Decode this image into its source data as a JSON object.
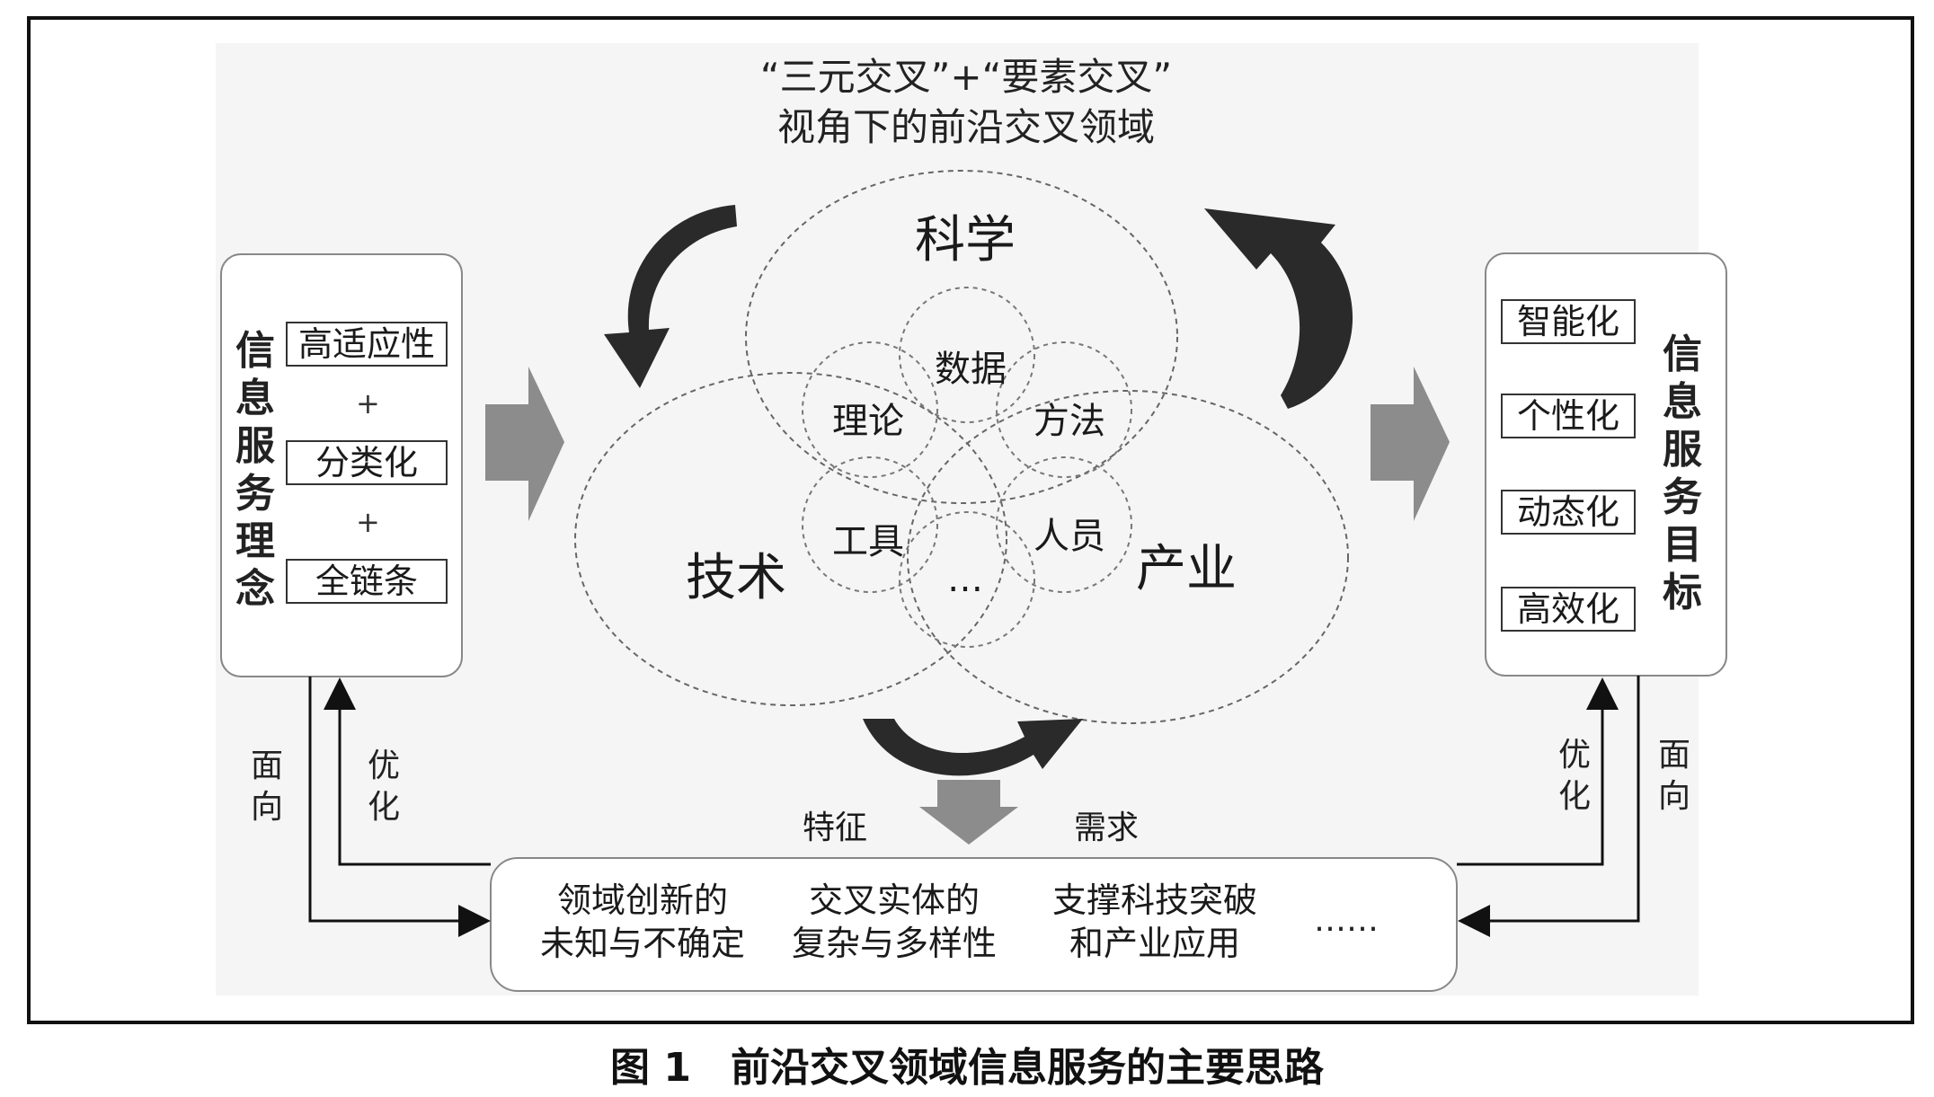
{
  "title": {
    "line1": "“三元交叉”+“要素交叉”",
    "line2": "视角下的前沿交叉领域"
  },
  "circles": {
    "science": "科学",
    "technology": "技术",
    "industry": "产业"
  },
  "elements": {
    "data": "数据",
    "theory": "理论",
    "method": "方法",
    "tool": "工具",
    "people": "人员",
    "more": "…"
  },
  "left_panel": {
    "heading": [
      "信",
      "息",
      "服",
      "务",
      "理",
      "念"
    ],
    "items": [
      "高适应性",
      "分类化",
      "全链条"
    ],
    "plus": "+"
  },
  "right_panel": {
    "heading": [
      "信",
      "息",
      "服",
      "务",
      "目",
      "标"
    ],
    "items": [
      "智能化",
      "个性化",
      "动态化",
      "高效化"
    ]
  },
  "flow_labels": {
    "features": "特征",
    "demand": "需求",
    "left_face": [
      "面",
      "向"
    ],
    "left_optimize": [
      "优",
      "化"
    ],
    "right_optimize": [
      "优",
      "化"
    ],
    "right_face": [
      "面",
      "向"
    ]
  },
  "bottom_box": {
    "items": [
      [
        "领域创新的",
        "未知与不确定"
      ],
      [
        "交叉实体的",
        "复杂与多样性"
      ],
      [
        "支撑科技突破",
        "和产业应用"
      ]
    ],
    "ellipsis": "……"
  },
  "caption": "图 1　前沿交叉领域信息服务的主要思路",
  "colors": {
    "arrow_dark": "#2a2a2a",
    "arrow_gray": "#8c8c8c",
    "dashed": "#666666",
    "background": "#f5f5f5"
  }
}
